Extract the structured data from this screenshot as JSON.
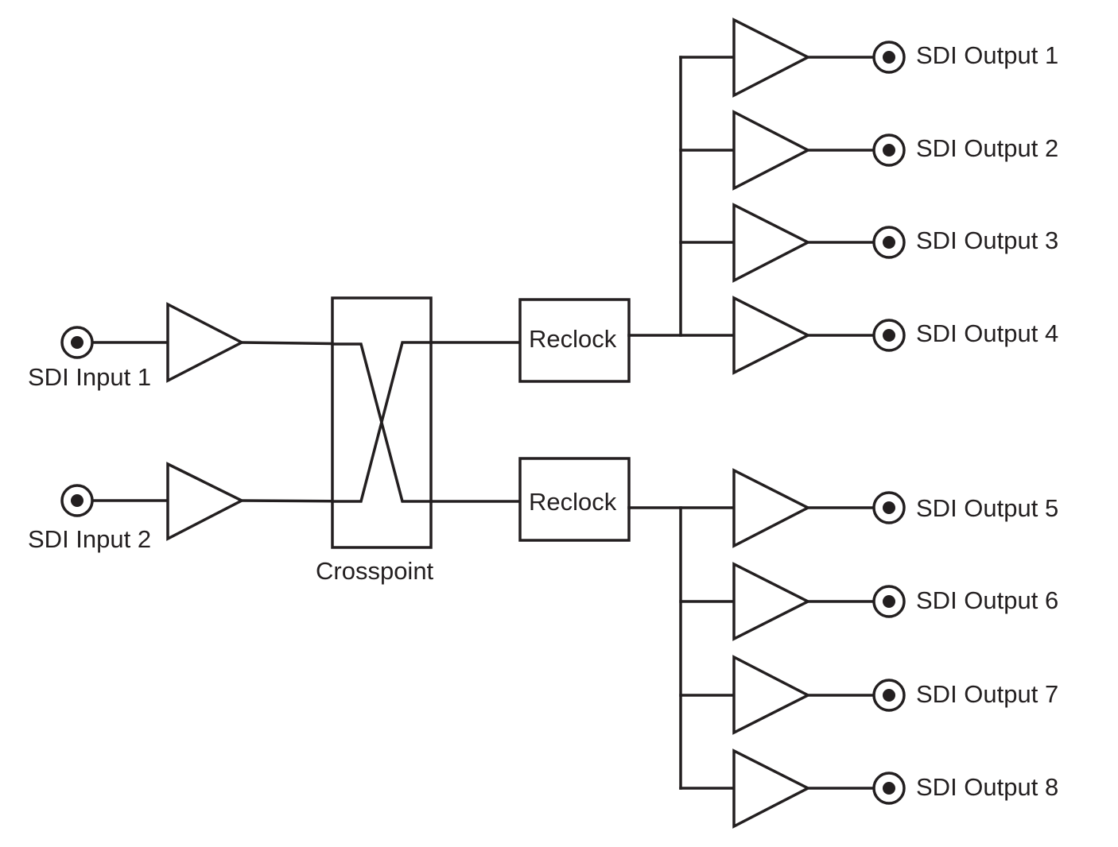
{
  "diagram": {
    "inputs": [
      {
        "label": "SDI Input 1"
      },
      {
        "label": "SDI Input 2"
      }
    ],
    "crosspoint": {
      "label": "Crosspoint"
    },
    "reclocks": [
      {
        "label": "Reclock"
      },
      {
        "label": "Reclock"
      }
    ],
    "outputs": [
      {
        "label": "SDI Output 1"
      },
      {
        "label": "SDI Output 2"
      },
      {
        "label": "SDI Output 3"
      },
      {
        "label": "SDI Output 4"
      },
      {
        "label": "SDI Output 5"
      },
      {
        "label": "SDI Output 6"
      },
      {
        "label": "SDI Output 7"
      },
      {
        "label": "SDI Output 8"
      }
    ],
    "colors": {
      "line": "#231f20",
      "background": "#ffffff"
    }
  }
}
